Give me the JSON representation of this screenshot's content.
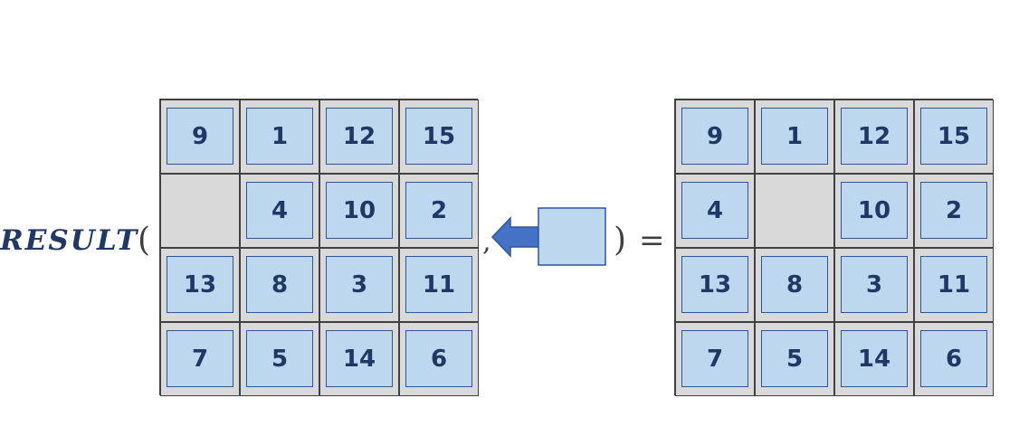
{
  "expression": {
    "function_name": "RESULT",
    "open_paren": "(",
    "comma": ",",
    "close_paren": ")",
    "equals": "="
  },
  "colors": {
    "tile_fill": "#bdd7ee",
    "tile_border": "#2f5597",
    "tile_text": "#203864",
    "cell_fill": "#d9d9d9",
    "arrow_fill": "#4472c4"
  },
  "state_board": [
    [
      "9",
      "1",
      "12",
      "15"
    ],
    [
      "",
      "4",
      "10",
      "2"
    ],
    [
      "13",
      "8",
      "3",
      "11"
    ],
    [
      "7",
      "5",
      "14",
      "6"
    ]
  ],
  "result_board": [
    [
      "9",
      "1",
      "12",
      "15"
    ],
    [
      "4",
      "",
      "10",
      "2"
    ],
    [
      "13",
      "8",
      "3",
      "11"
    ],
    [
      "7",
      "5",
      "14",
      "6"
    ]
  ],
  "action": {
    "icon": "left-arrow-icon",
    "direction": "left"
  }
}
